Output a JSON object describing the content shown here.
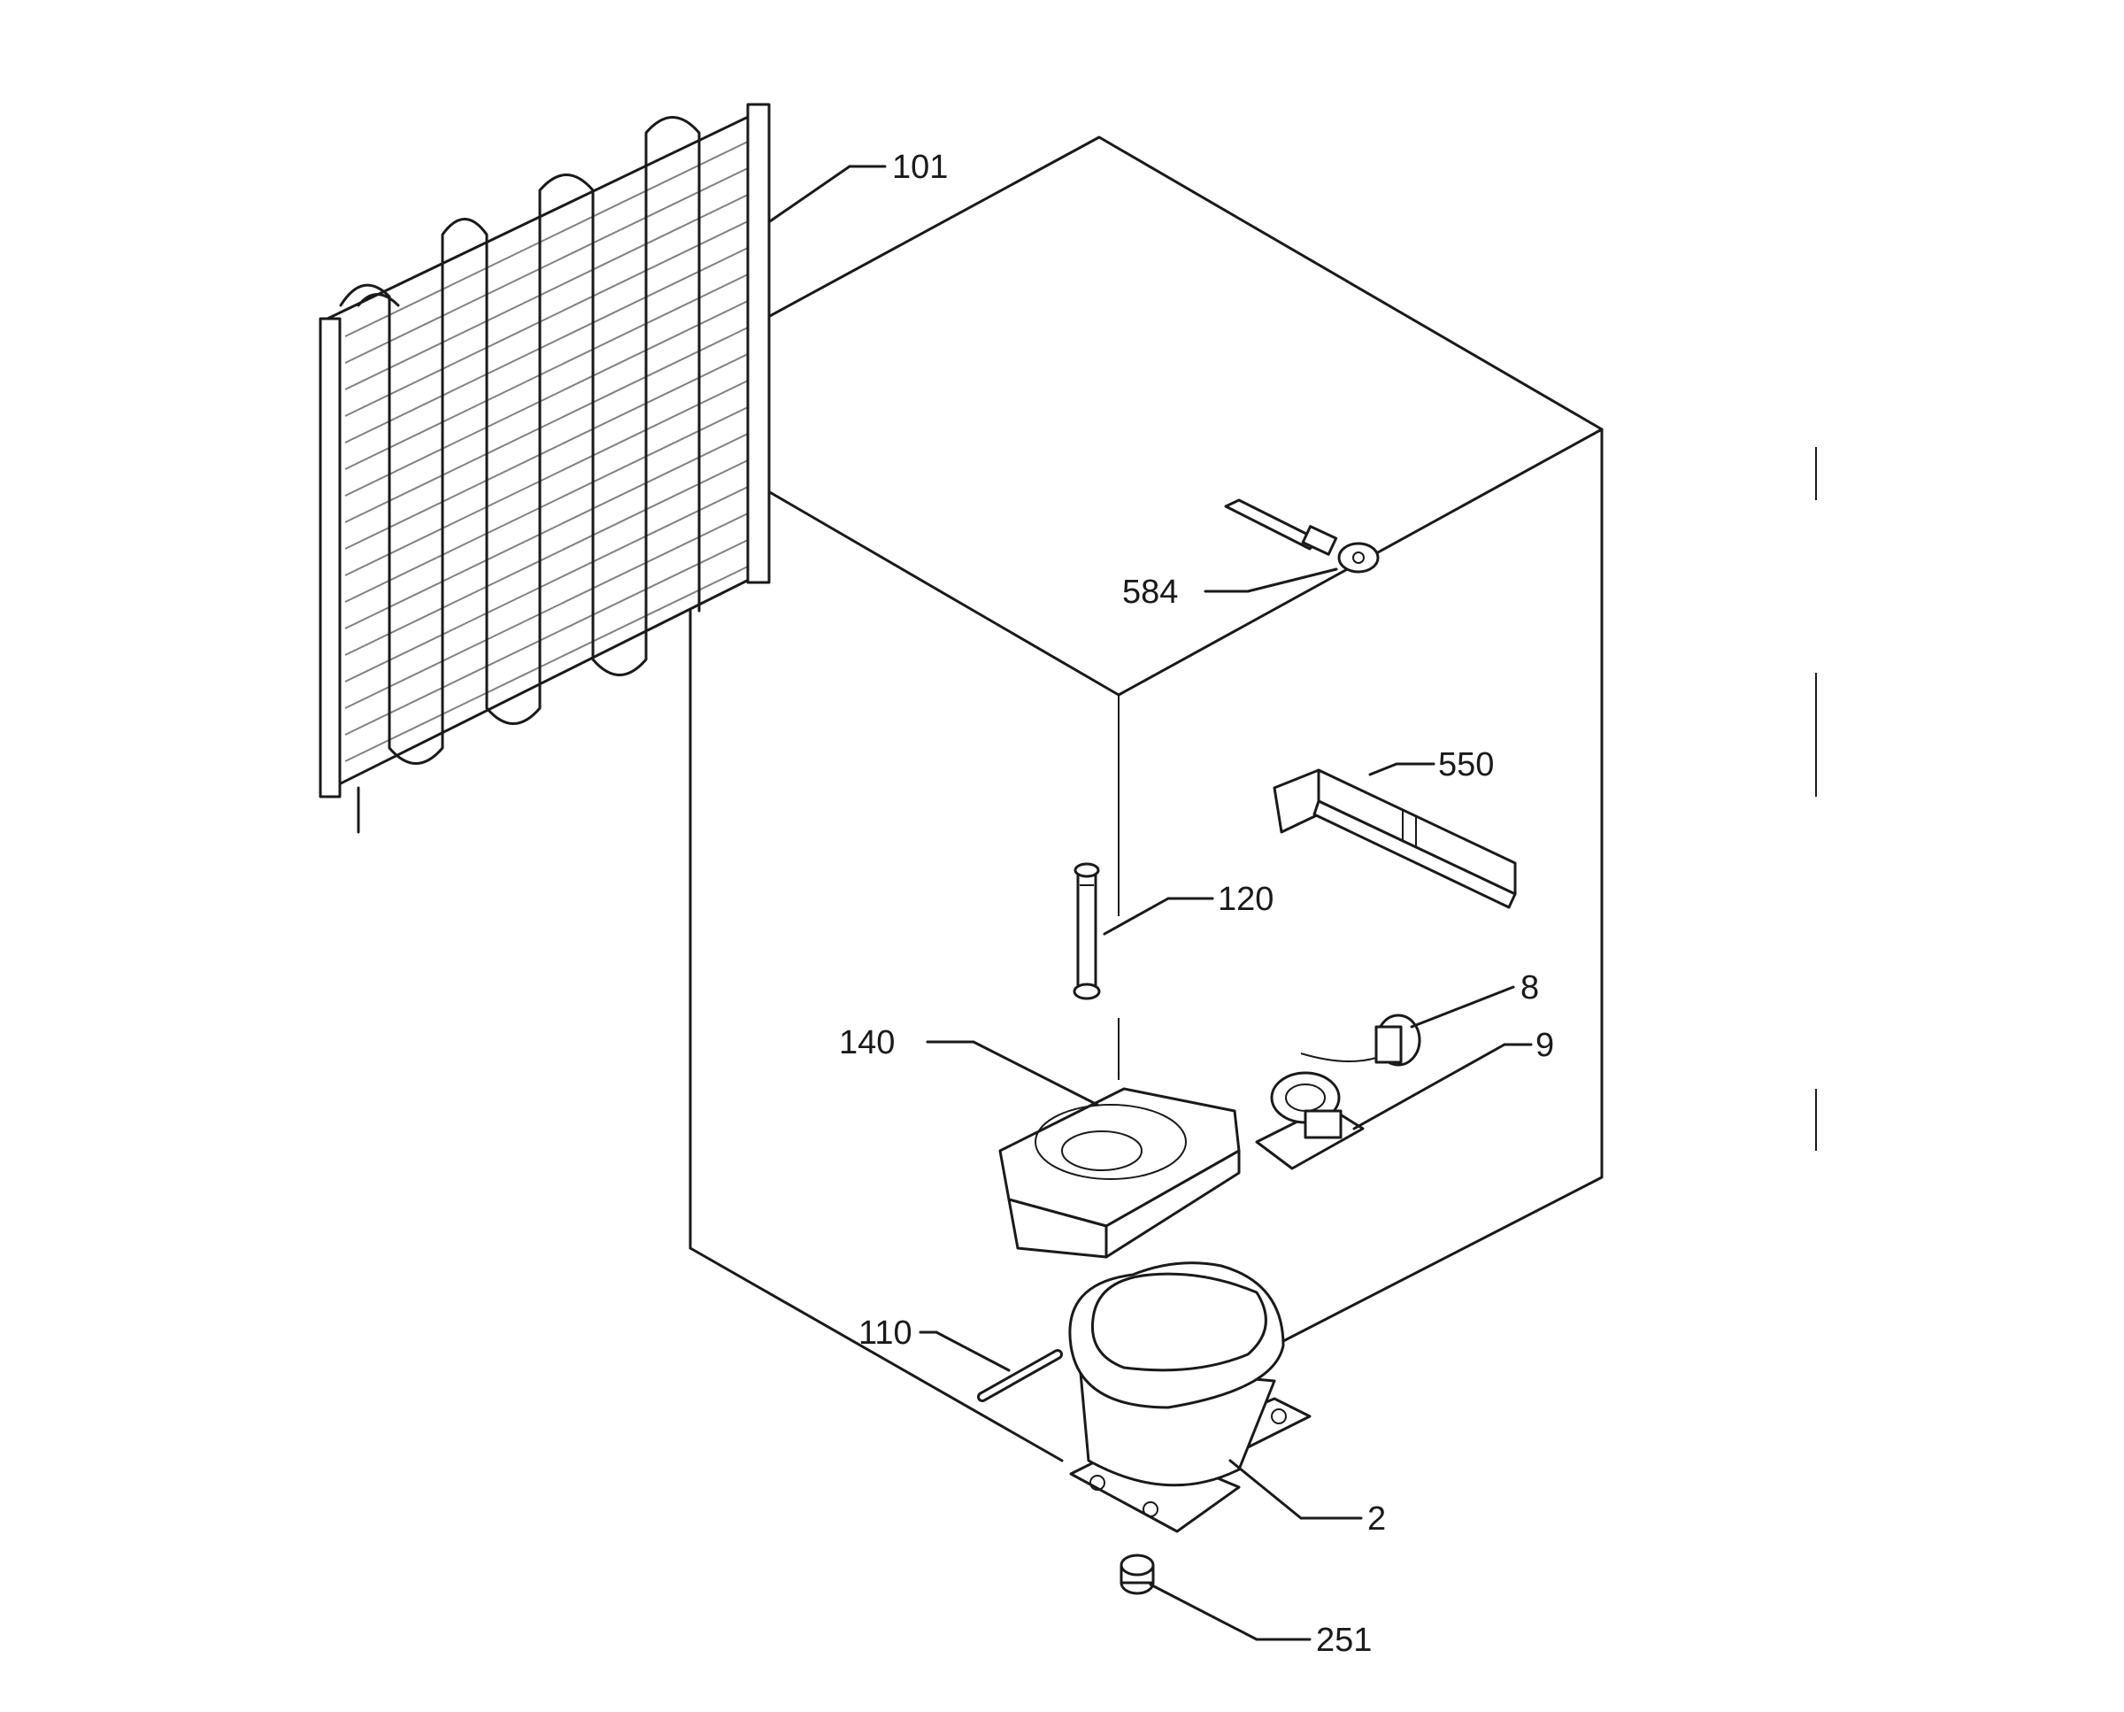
{
  "colors": {
    "line": "#1a1a1a",
    "background": "#ffffff"
  },
  "parts": {
    "condenser": "101",
    "thermostat": "584",
    "bracket": "550",
    "drain_tube": "120",
    "relay": "8",
    "overload": "9",
    "drip_tray": "140",
    "filter_tube": "110",
    "compressor": "2",
    "grommet": "251"
  }
}
